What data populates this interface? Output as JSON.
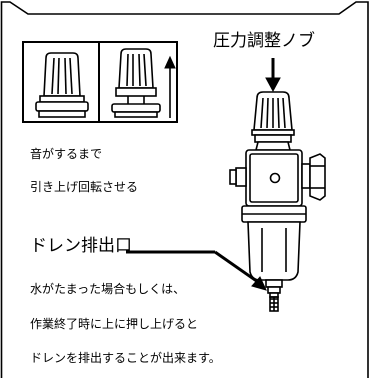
{
  "labels": {
    "knob_name": "圧力調整ノブ",
    "instruction_line1": "音がするまで",
    "instruction_line2": "引き上げ回転させる",
    "drain_name": "ドレン排出口",
    "drain_line1": "水がたまった場合もしくは、",
    "drain_line2": "作業終了時に上に押し上げると",
    "drain_line3": "ドレンを排出することが出来ます。"
  },
  "colors": {
    "ink": "#000000",
    "background": "#ffffff"
  },
  "icons": {
    "up_arrow": "up-arrow-icon",
    "knob_pressed": "knob-pressed-icon",
    "knob_pulled": "knob-pulled-icon"
  }
}
